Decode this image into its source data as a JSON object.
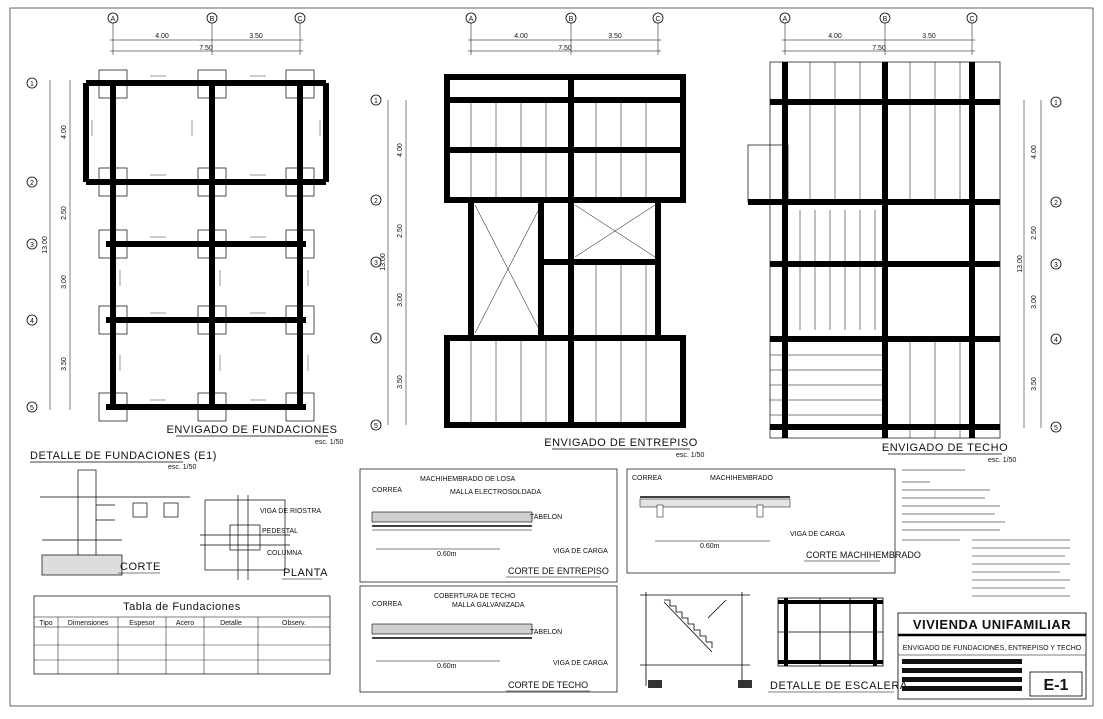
{
  "grid_cols": [
    "A",
    "B",
    "C"
  ],
  "grid_rows": [
    "1",
    "2",
    "3",
    "4",
    "5"
  ],
  "dims_top": [
    "4.00",
    "3.50",
    "7.50"
  ],
  "dims_side": [
    "4.00",
    "2.50",
    "3.00",
    "3.50",
    "13.00"
  ],
  "plan_titles": {
    "foundation": "ENVIGADO DE FUNDACIONES",
    "mezzanine": "ENVIGADO DE ENTREPISO",
    "roof": "ENVIGADO DE TECHO"
  },
  "scale": "esc. 1/50",
  "detail_fund": {
    "title": "DETALLE DE FUNDACIONES (E1)",
    "corte": "CORTE",
    "planta": "PLANTA",
    "labels": [
      "VIGA DE RIOSTRA",
      "PEDESTAL",
      "COLUMNA"
    ]
  },
  "table": {
    "title": "Tabla de Fundaciones",
    "headers": [
      "Tipo",
      "Dimensiones",
      "Espesor",
      "Acero",
      "Detalle",
      "Observ."
    ]
  },
  "losa": {
    "top_labels": [
      "MACHIHEMBRADO DE LOSA",
      "CORREA",
      "MALLA ELECTROSOLDADA"
    ],
    "tabelon": "TABELON",
    "viga": "VIGA DE CARGA",
    "dim": "0.60m",
    "title": "CORTE DE ENTREPISO"
  },
  "techo": {
    "top_labels": [
      "COBERTURA DE TECHO",
      "CORREA",
      "MALLA GALVANIZADA"
    ],
    "tabelon": "TABELON",
    "viga": "VIGA DE CARGA",
    "dim": "0.60m",
    "title": "CORTE DE TECHO"
  },
  "machi": {
    "top_labels": [
      "CORREA",
      "MACHIHEMBRADO"
    ],
    "viga": "VIGA DE CARGA",
    "dim": "0.60m",
    "title": "CORTE MACHIHEMBRADO"
  },
  "stair": {
    "title": "DETALLE DE ESCALERA"
  },
  "title_block": {
    "project": "VIVIENDA UNIFAMILIAR",
    "subtitle": "ENVIGADO DE FUNDACIONES, ENTREPISO Y TECHO",
    "code": "E-1"
  }
}
